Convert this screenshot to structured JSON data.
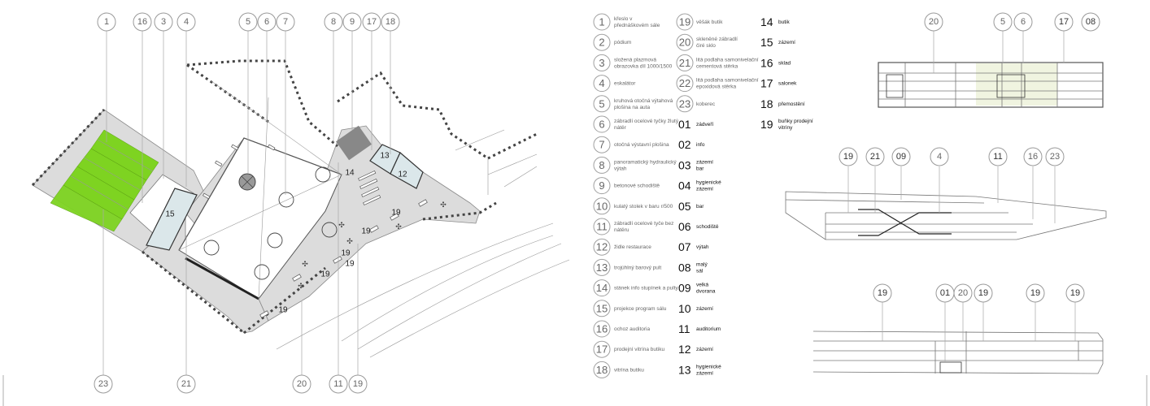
{
  "plan": {
    "top_labels": [
      "1",
      "16",
      "3",
      "4",
      "5",
      "6",
      "7",
      "8",
      "9",
      "17",
      "18"
    ],
    "bottom_labels": [
      "23",
      "21",
      "20",
      "11",
      "19"
    ],
    "room_labels": [
      "15",
      "13",
      "12",
      "14",
      "19",
      "19",
      "19",
      "19",
      "19",
      "19"
    ]
  },
  "legend_col1": [
    {
      "num": "1",
      "text": [
        "křeslo v",
        "přednáškovém sále"
      ]
    },
    {
      "num": "2",
      "text": [
        "pódium"
      ]
    },
    {
      "num": "3",
      "text": [
        "složená plazmová",
        "obrazovka díl 1000/1500"
      ]
    },
    {
      "num": "4",
      "text": [
        "eskalátor"
      ]
    },
    {
      "num": "5",
      "text": [
        "kruhová otočná výtahová",
        "plošina na auta"
      ]
    },
    {
      "num": "6",
      "text": [
        "zábradlí ocelové tyčky žlutý",
        "nátěr"
      ]
    },
    {
      "num": "7",
      "text": [
        "otočná výstavní plošina"
      ]
    },
    {
      "num": "8",
      "text": [
        "panoramatický hydraulický",
        "výtah"
      ]
    },
    {
      "num": "9",
      "text": [
        "betonové schodiště"
      ]
    },
    {
      "num": "10",
      "text": [
        "kulatý stolek v baru r/500"
      ]
    },
    {
      "num": "11",
      "text": [
        "zábradlí ocelové tyče bez",
        "nátěru"
      ]
    },
    {
      "num": "12",
      "text": [
        "židle restaurace"
      ]
    },
    {
      "num": "13",
      "text": [
        "trojúhlný barový pult"
      ]
    },
    {
      "num": "14",
      "text": [
        "stánek info stupínek a pulty"
      ]
    },
    {
      "num": "15",
      "text": [
        "projekce program sálu"
      ]
    },
    {
      "num": "16",
      "text": [
        "ochoz auditoria"
      ]
    },
    {
      "num": "17",
      "text": [
        "prodejní vitrína butiku"
      ]
    },
    {
      "num": "18",
      "text": [
        "vitrína butiku"
      ]
    }
  ],
  "legend_col2": [
    {
      "num": "19",
      "text": [
        "věšák butik"
      ]
    },
    {
      "num": "20",
      "text": [
        "skleněné zábradlí",
        "čiré sklo"
      ]
    },
    {
      "num": "21",
      "text": [
        "litá podlaha samonivelační",
        "cementová stěrka"
      ]
    },
    {
      "num": "22",
      "text": [
        "litá podlaha samonivelační",
        "epoxidová stěrka"
      ]
    },
    {
      "num": "23",
      "text": [
        "koberec"
      ]
    }
  ],
  "legend_col2b": [
    {
      "num": "01",
      "text": [
        "zádveří"
      ]
    },
    {
      "num": "02",
      "text": [
        "info"
      ]
    },
    {
      "num": "03",
      "text": [
        "zázemí",
        "bar"
      ]
    },
    {
      "num": "04",
      "text": [
        "hygienické",
        "zázemí"
      ]
    },
    {
      "num": "05",
      "text": [
        "bar"
      ]
    },
    {
      "num": "06",
      "text": [
        "schodiště"
      ]
    },
    {
      "num": "07",
      "text": [
        "výtah"
      ]
    },
    {
      "num": "08",
      "text": [
        "malý",
        "sál"
      ]
    },
    {
      "num": "09",
      "text": [
        "velká",
        "dvorana"
      ]
    },
    {
      "num": "10",
      "text": [
        "zázemí"
      ]
    },
    {
      "num": "11",
      "text": [
        "auditorium"
      ]
    },
    {
      "num": "12",
      "text": [
        "zázemí"
      ]
    },
    {
      "num": "13",
      "text": [
        "hygienické",
        "zázemí"
      ]
    }
  ],
  "legend_col3": [
    {
      "num": "14",
      "text": [
        "butik"
      ]
    },
    {
      "num": "15",
      "text": [
        "zázemí"
      ]
    },
    {
      "num": "16",
      "text": [
        "sklad"
      ]
    },
    {
      "num": "17",
      "text": [
        "salonek"
      ]
    },
    {
      "num": "18",
      "text": [
        "přemostění"
      ]
    },
    {
      "num": "19",
      "text": [
        "buňky prodejní",
        "vitríny"
      ]
    }
  ],
  "sections": {
    "top": [
      "20",
      "5",
      "6",
      "17",
      "08"
    ],
    "middle": [
      "19",
      "21",
      "09",
      "4",
      "11",
      "16",
      "23"
    ],
    "bottom": [
      "19",
      "01",
      "20",
      "19",
      "19",
      "19"
    ]
  }
}
